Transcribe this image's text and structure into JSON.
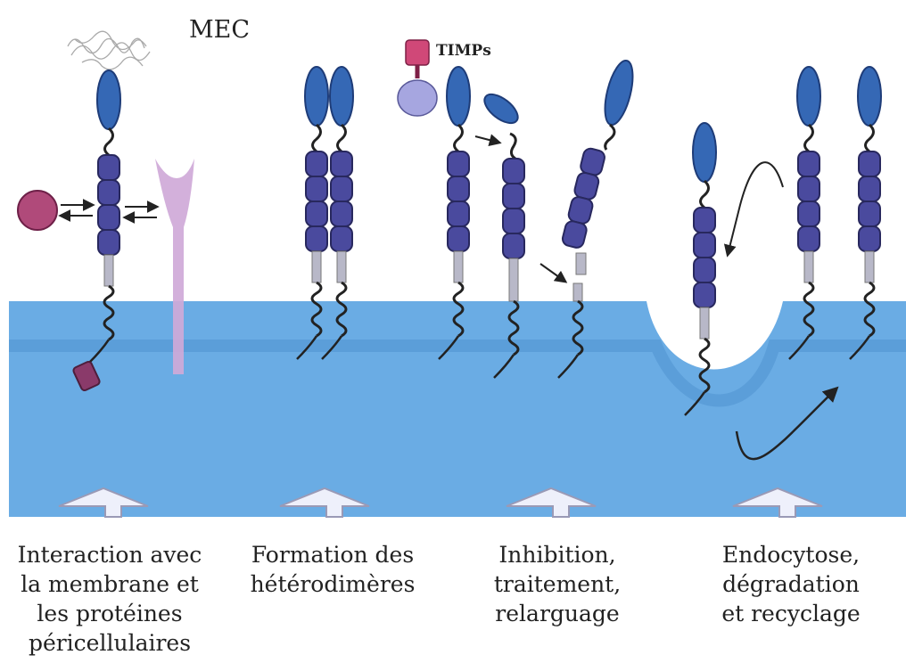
{
  "labels": {
    "extracellular_matrix": "MEC",
    "timps": "TIMPs"
  },
  "captions": [
    {
      "lines": [
        "Interaction avec",
        "la membrane et",
        "les protéines",
        "péricellulaires"
      ]
    },
    {
      "lines": [
        "Formation des",
        "hétérodimères"
      ]
    },
    {
      "lines": [
        "Inhibition,",
        "traitement,",
        "relarguage"
      ]
    },
    {
      "lines": [
        "Endocytose,",
        "dégradation",
        "et recyclage"
      ]
    }
  ],
  "colors": {
    "membrane": "#6aace4",
    "membrane_band": "#5598d4",
    "protein_fill": "#4a4a9e",
    "protein_stroke": "#28285e",
    "head_fill": "#3568b5",
    "ligand": "#b04a7a",
    "receptor": "#cfa9d8",
    "timp_top": "#d04878",
    "timp_bottom": "#a6a6e0"
  }
}
